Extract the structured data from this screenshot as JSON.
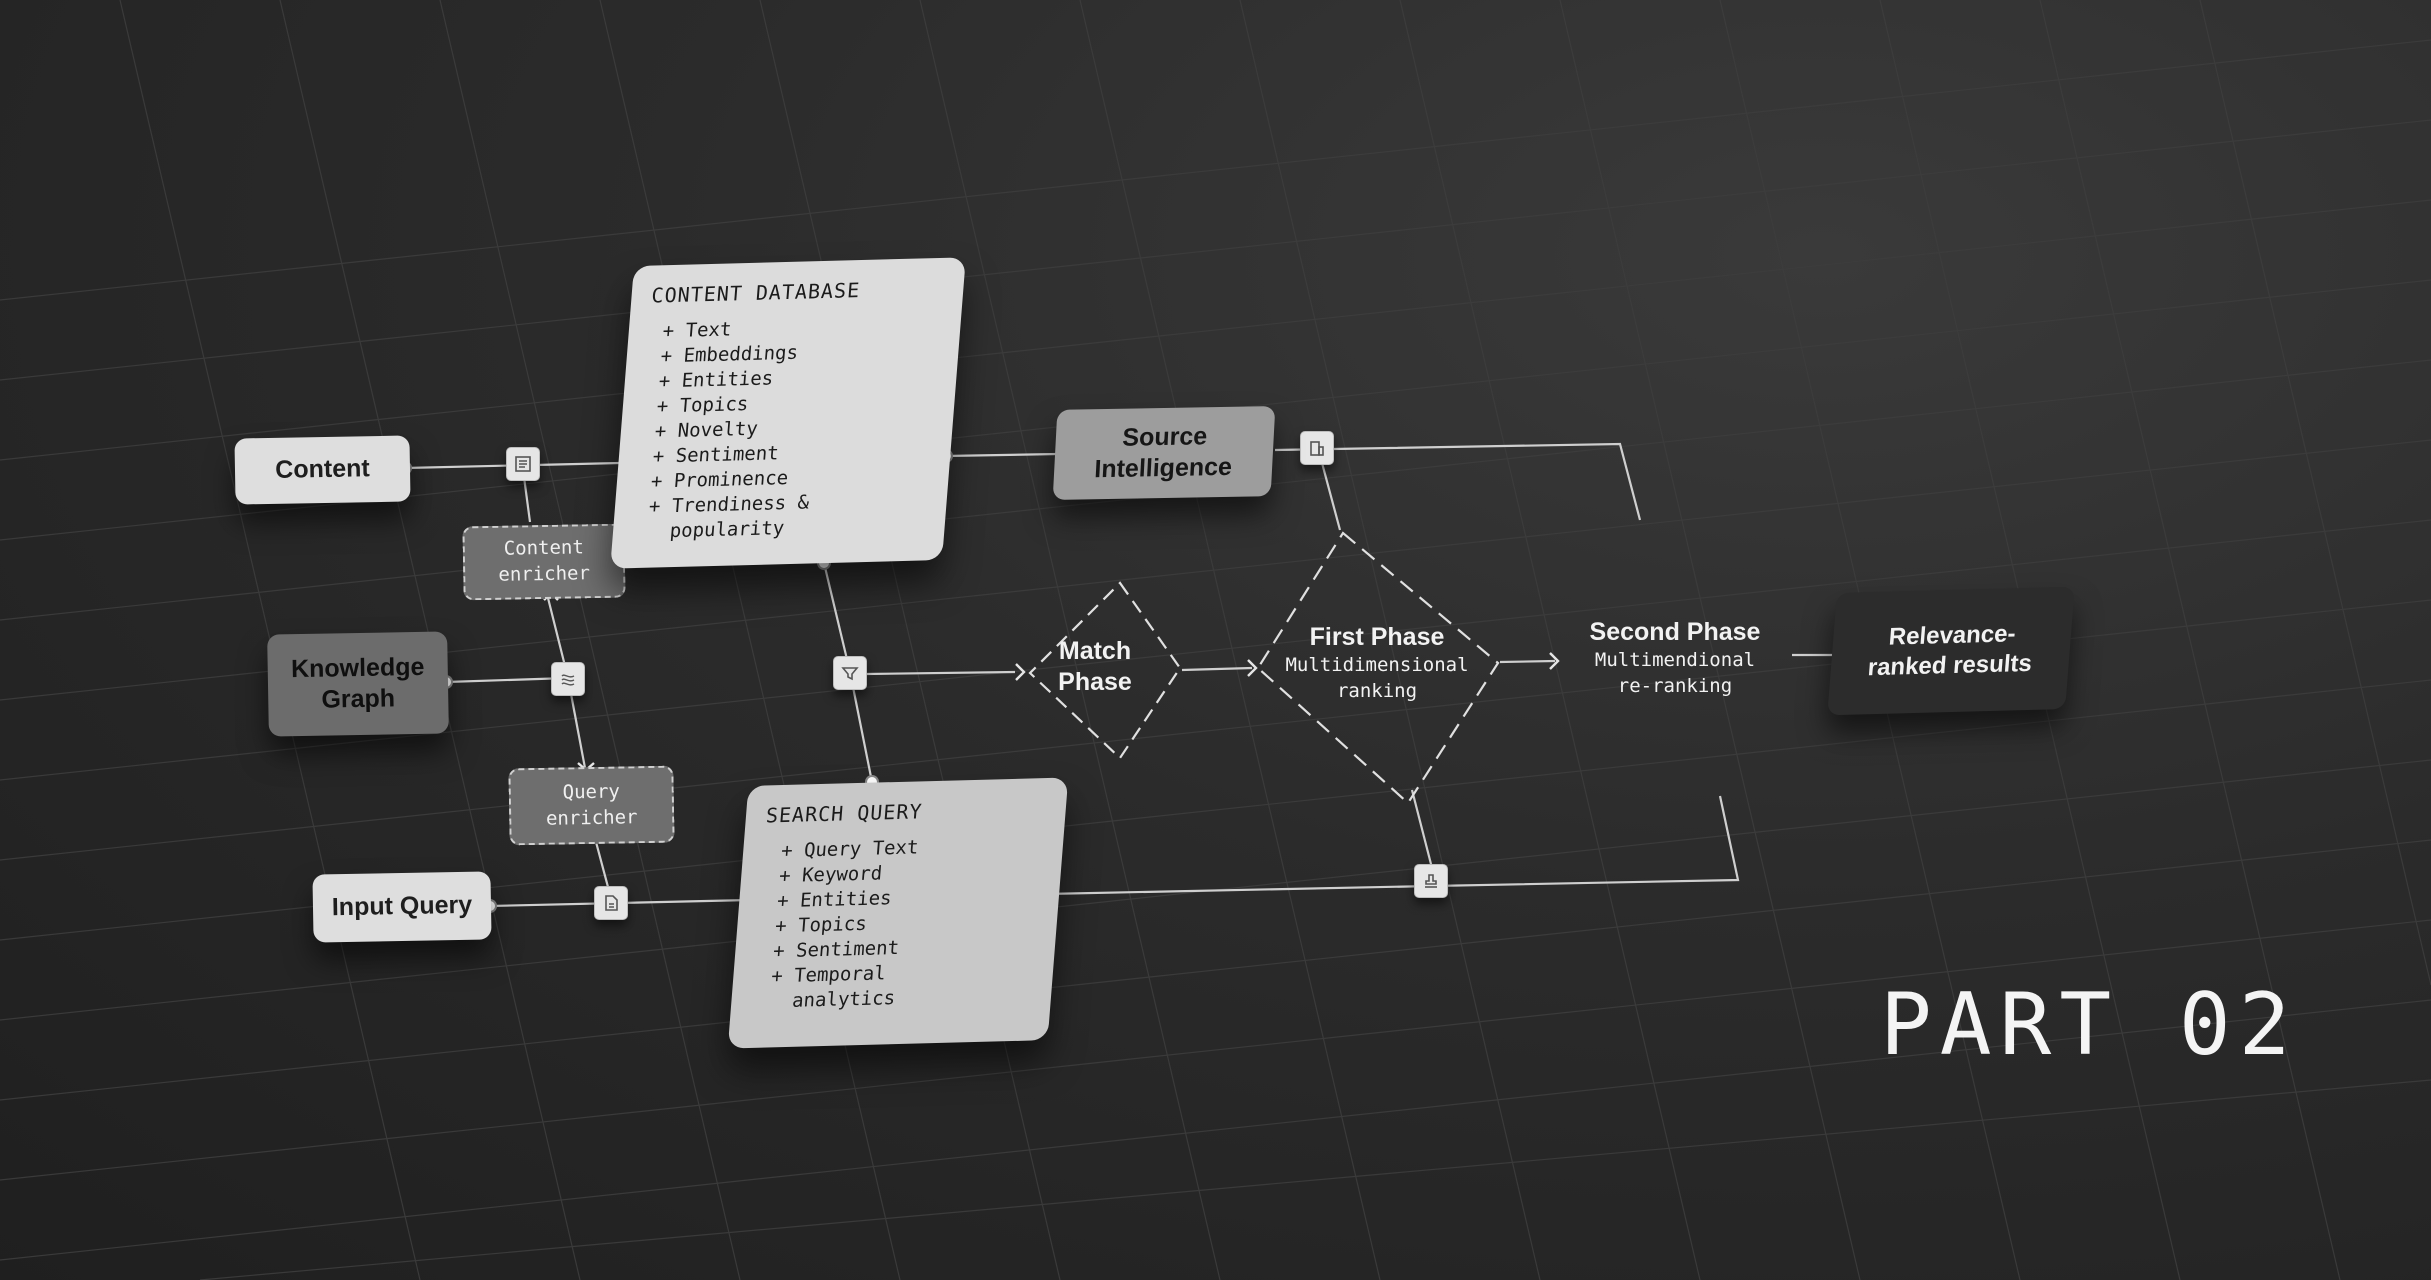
{
  "nodes": {
    "content": "Content",
    "content_enricher": "Content\nenricher",
    "knowledge_graph": "Knowledge\nGraph",
    "query_enricher": "Query\nenricher",
    "input_query": "Input Query",
    "source_intelligence": "Source\nIntelligence",
    "match_phase": "Match\nPhase",
    "first_phase": {
      "title": "First Phase",
      "subtitle": "Multidimensional\nranking"
    },
    "second_phase": {
      "title": "Second Phase",
      "subtitle": "Multimendional\nre-ranking"
    },
    "results": "Relevance-\nranked results"
  },
  "content_database": {
    "title": "CONTENT DATABASE",
    "items": [
      "+ Text",
      "+ Embeddings",
      "+ Entities",
      "+ Topics",
      "+ Novelty",
      "+ Sentiment",
      "+ Prominence",
      "+ Trendiness &",
      "  popularity"
    ]
  },
  "search_query": {
    "title": "SEARCH QUERY",
    "items": [
      "+ Query Text",
      "+ Keyword",
      "+ Entities",
      "+ Topics",
      "+ Sentiment",
      "+ Temporal",
      "  analytics"
    ]
  },
  "footer": {
    "part_label": "PART 02"
  },
  "icons": [
    "document-icon",
    "graph-icon",
    "file-icon",
    "filter-icon",
    "building-icon",
    "stamp-icon"
  ],
  "colors": {
    "background": "#2b2b2b",
    "light_card": "#dcdcdc",
    "mid_card": "#9d9d9d",
    "dark_card": "#2c2c2c",
    "line": "#cfcfcf"
  }
}
